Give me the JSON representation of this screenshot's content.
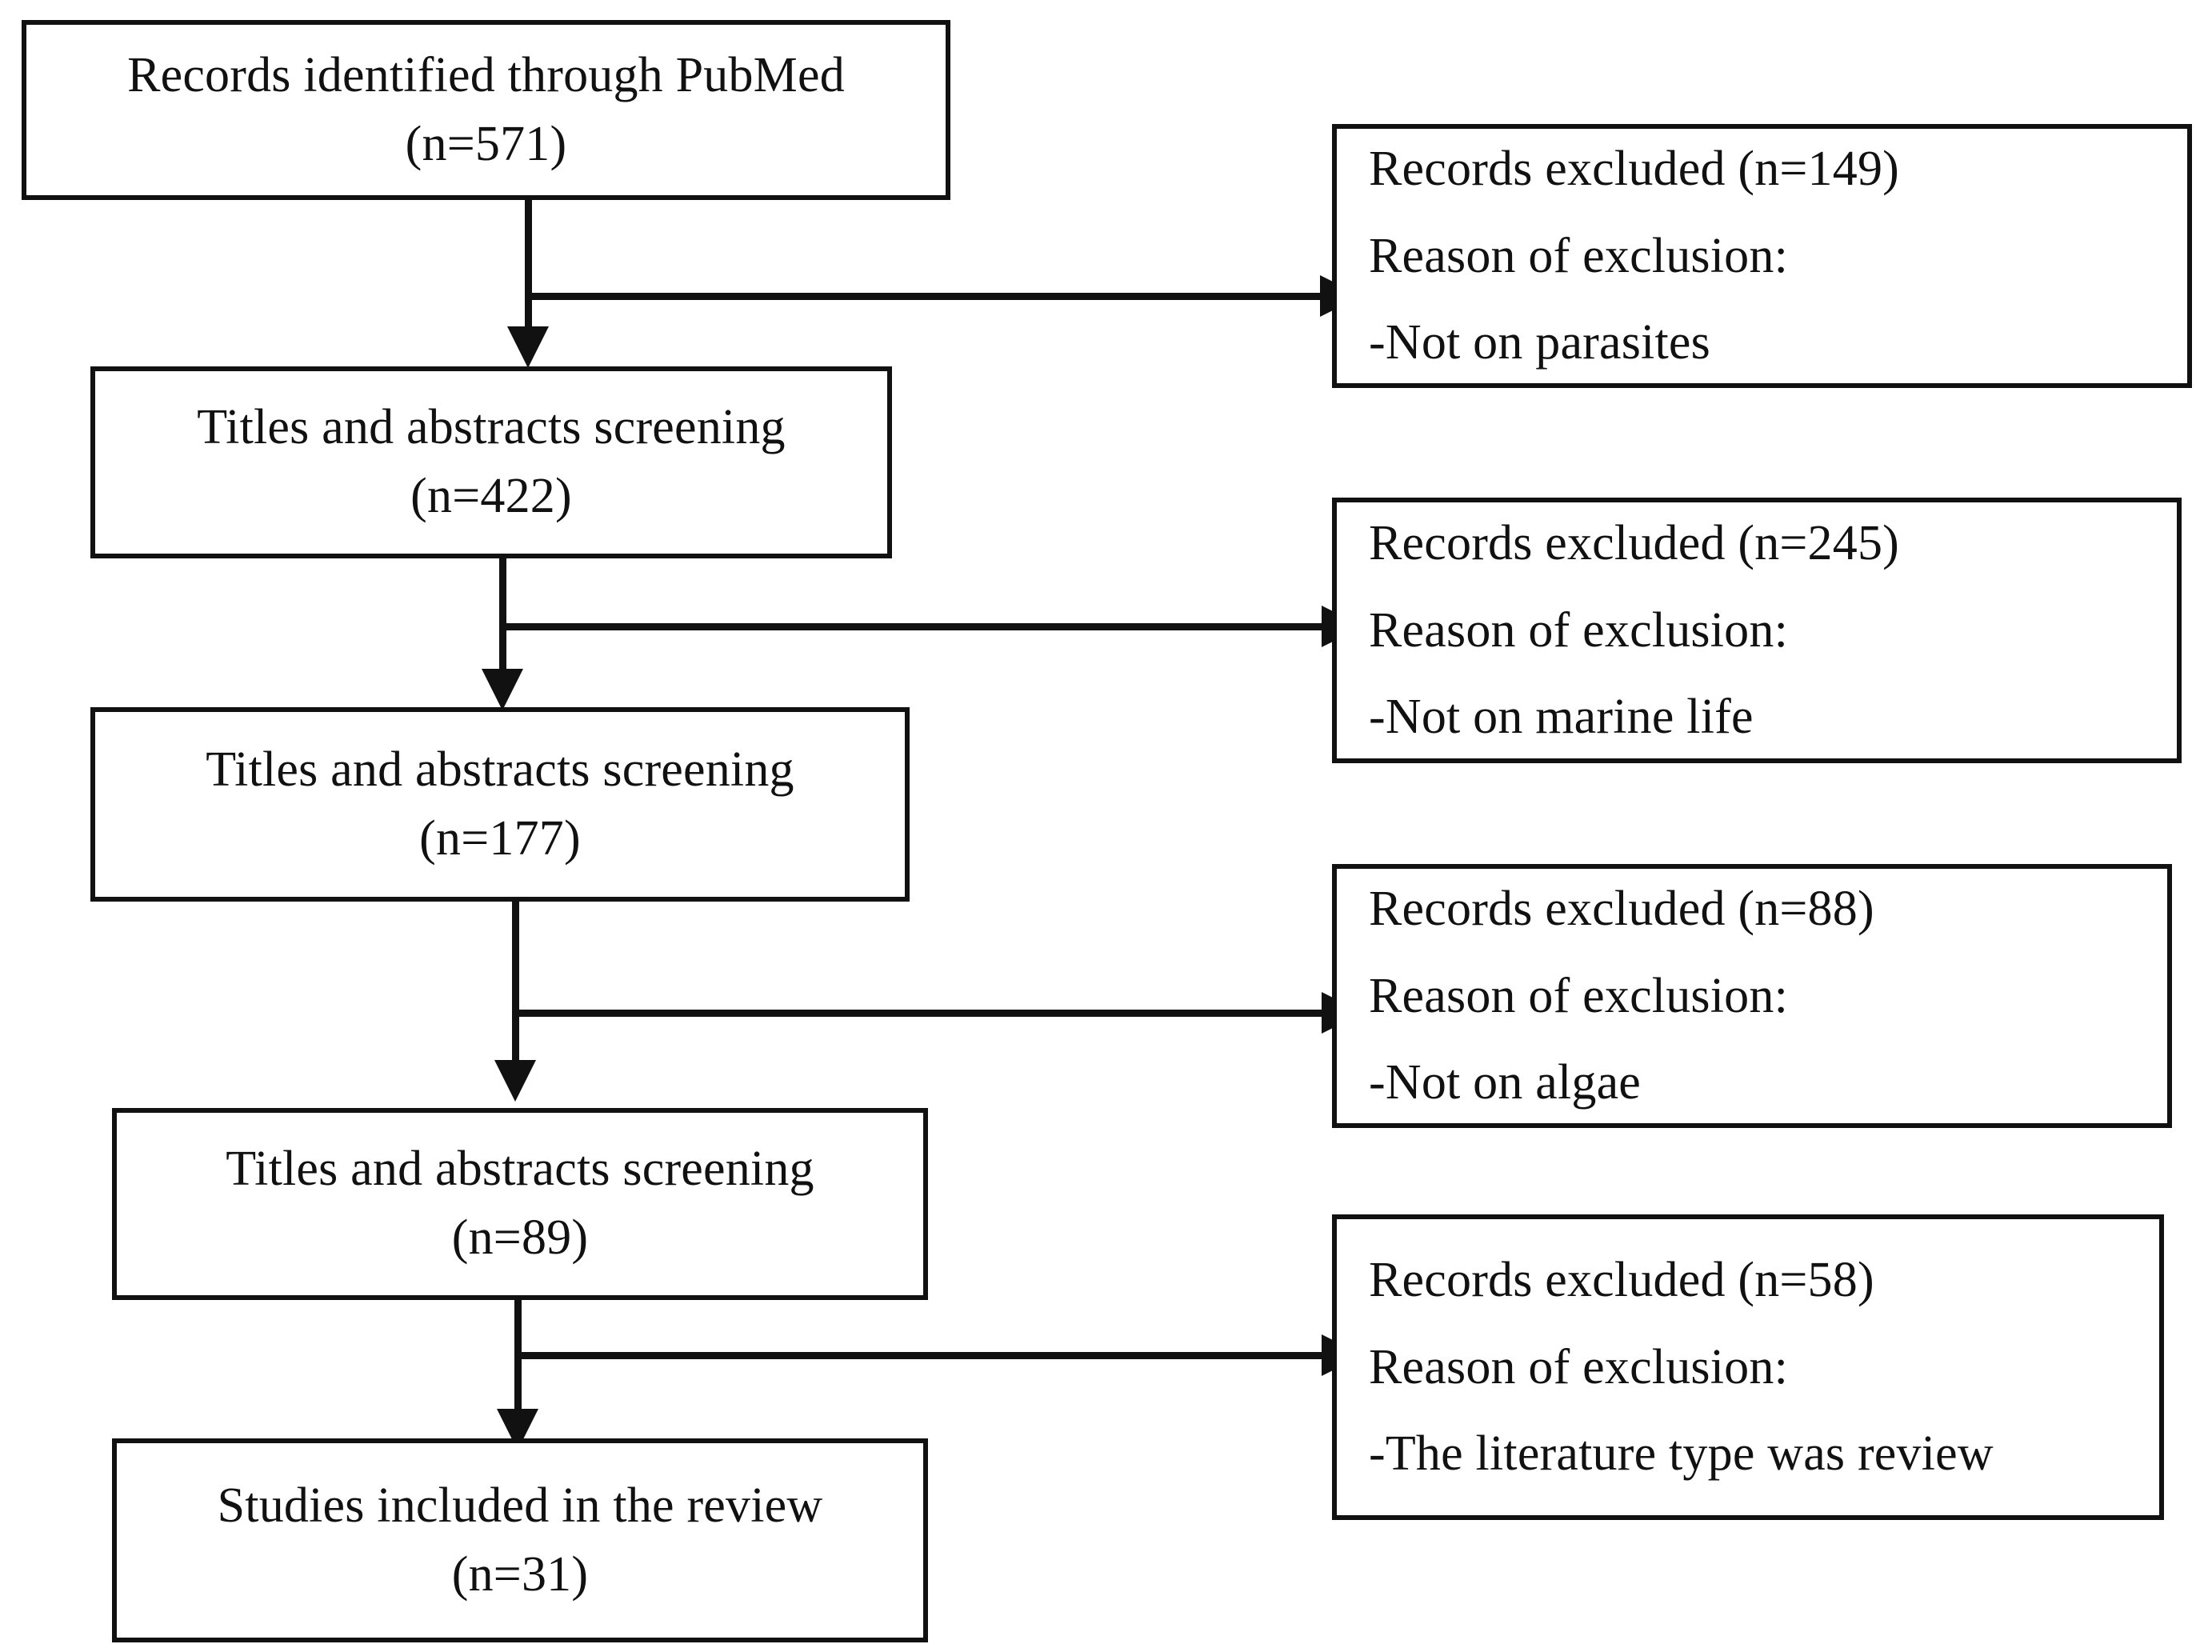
{
  "diagram": {
    "title": "PRISMA study selection flow diagram",
    "type": "flowchart",
    "ink_color": "#111111",
    "background_color": "#ffffff"
  },
  "flow_nodes": [
    {
      "id": "identification",
      "line1": "Records identified through PubMed",
      "line2": "(n=571)",
      "count": 571
    },
    {
      "id": "screening-1",
      "line1": "Titles and abstracts screening",
      "line2": "(n=422)",
      "count": 422
    },
    {
      "id": "screening-2",
      "line1": "Titles and abstracts screening",
      "line2": "(n=177)",
      "count": 177
    },
    {
      "id": "screening-3",
      "line1": "Titles and abstracts screening",
      "line2": "(n=89)",
      "count": 89
    },
    {
      "id": "included",
      "line1": "Studies included in the review",
      "line2": "(n=31)",
      "count": 31
    }
  ],
  "exclusion_nodes": [
    {
      "id": "exclusion-1",
      "line1": "Records excluded (n=149)",
      "line2": "Reason of exclusion:",
      "line3": "-Not on parasites",
      "count": 149,
      "reason": "Not on parasites"
    },
    {
      "id": "exclusion-2",
      "line1": "Records excluded (n=245)",
      "line2": "Reason of exclusion:",
      "line3": "-Not on marine life",
      "count": 245,
      "reason": "Not on marine life"
    },
    {
      "id": "exclusion-3",
      "line1": "Records excluded (n=88)",
      "line2": "Reason of exclusion:",
      "line3": "-Not on algae",
      "count": 88,
      "reason": "Not on algae"
    },
    {
      "id": "exclusion-4",
      "line1": "Records excluded (n=58)",
      "line2": "Reason of exclusion:",
      "line3": "-The literature type was review",
      "count": 58,
      "reason": "The literature type was review"
    }
  ]
}
